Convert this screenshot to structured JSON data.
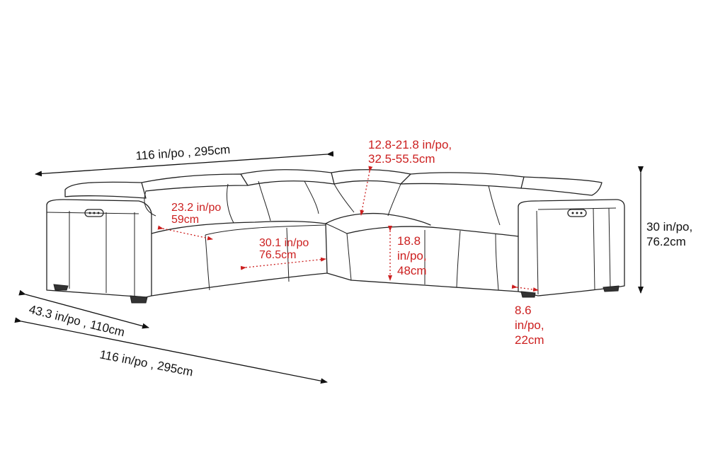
{
  "colors": {
    "dimension_text": "#111111",
    "highlight_text": "#cc1f1f",
    "outline": "#222222"
  },
  "dimensions": {
    "top_width": "116 in/po , 295cm",
    "bottom_width": "116 in/po , 295cm",
    "depth": "43.3 in/po , 110cm",
    "height_line1": "30 in/po,",
    "height_line2": "76.2cm",
    "headrest_line1": "12.8-21.8 in/po,",
    "headrest_line2": "32.5-55.5cm",
    "seat_depth_line1": "23.2 in/po",
    "seat_depth_line2": "59cm",
    "seat_width_line1": "30.1 in/po",
    "seat_width_line2": "76.5cm",
    "seat_height_line1": "18.8",
    "seat_height_line2": "in/po,",
    "seat_height_line3": "48cm",
    "arm_width_line1": "8.6",
    "arm_width_line2": "in/po,",
    "arm_width_line3": "22cm"
  }
}
